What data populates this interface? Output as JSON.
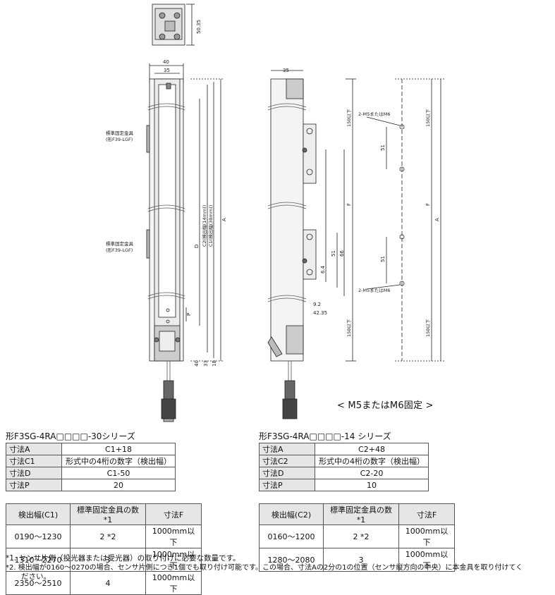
{
  "drawing": {
    "top_view": {
      "dim_height": "50.35"
    },
    "left_view": {
      "dim_top_outer": "40",
      "dim_top_inner": "35",
      "bracket_label_1": "標準固定金具",
      "bracket_label_1b": "(形F39-LGF)",
      "bracket_label_2": "標準固定金具",
      "bracket_label_2b": "(形F39-LGF)",
      "dim_D": "D",
      "dim_C2": "C2(検出幅(14mm))",
      "dim_C1": "C1(検出幅(30mm))",
      "dim_A": "A",
      "dim_P": "P",
      "dim_bottom_1": "40",
      "dim_bottom_2": "33",
      "dim_bottom_3": "18"
    },
    "side_view": {
      "dim_top": "35",
      "dim_150_top": "150以下",
      "dim_F": "F",
      "dim_51": "51",
      "dim_66": "66",
      "dim_64": "6.4",
      "dim_150_bottom": "150以下",
      "dim_92": "9.2",
      "dim_4235": "42.35"
    },
    "mount_view": {
      "hole_label_top": "2-M5またはM6",
      "hole_label_bottom": "2-M5またはM6",
      "dim_150_top": "150以下",
      "dim_51_top": "51",
      "dim_F": "F",
      "dim_A": "A",
      "dim_51_bottom": "51",
      "dim_150_bottom": "150以下"
    },
    "mount_note": "< M5またはM6固定 >"
  },
  "series_30": {
    "title": "形F3SG-4RA□□□□-30シリーズ",
    "spec_rows": [
      {
        "label": "寸法A",
        "value": "C1+18"
      },
      {
        "label": "寸法C1",
        "value": "形式中の4桁の数字（検出幅）"
      },
      {
        "label": "寸法D",
        "value": "C1-50"
      },
      {
        "label": "寸法P",
        "value": "20"
      }
    ],
    "range_headers": [
      "検出幅(C1)",
      "標準固定金具の数 *1",
      "寸法F"
    ],
    "range_rows": [
      [
        "0190～1230",
        "2 *2",
        "1000mm以下"
      ],
      [
        "1310～2270",
        "3",
        "1000mm以下"
      ],
      [
        "2350～2510",
        "4",
        "1000mm以下"
      ]
    ]
  },
  "series_14": {
    "title": "形F3SG-4RA□□□□-14 シリーズ",
    "spec_rows": [
      {
        "label": "寸法A",
        "value": "C2+48"
      },
      {
        "label": "寸法C2",
        "value": "形式中の4桁の数字（検出幅）"
      },
      {
        "label": "寸法D",
        "value": "C2-20"
      },
      {
        "label": "寸法P",
        "value": "10"
      }
    ],
    "range_headers": [
      "検出幅(C2)",
      "標準固定金具の数 *1",
      "寸法F"
    ],
    "range_rows": [
      [
        "0160～1200",
        "2 *2",
        "1000mm以下"
      ],
      [
        "1280～2080",
        "3",
        "1000mm以下"
      ]
    ]
  },
  "footnotes": {
    "note1": "*1. センサ片側（投光器または受光器）の取り付けに必要な数量です。",
    "note2a": "*2. 検出幅が0160～0270の場合、センサ片側につき1個でも取り付け可能です。この場合、寸法Aの2分の1の位置（センサ縦方向の中央）に本金具を取り付けてく",
    "note2b": "ださい。"
  }
}
